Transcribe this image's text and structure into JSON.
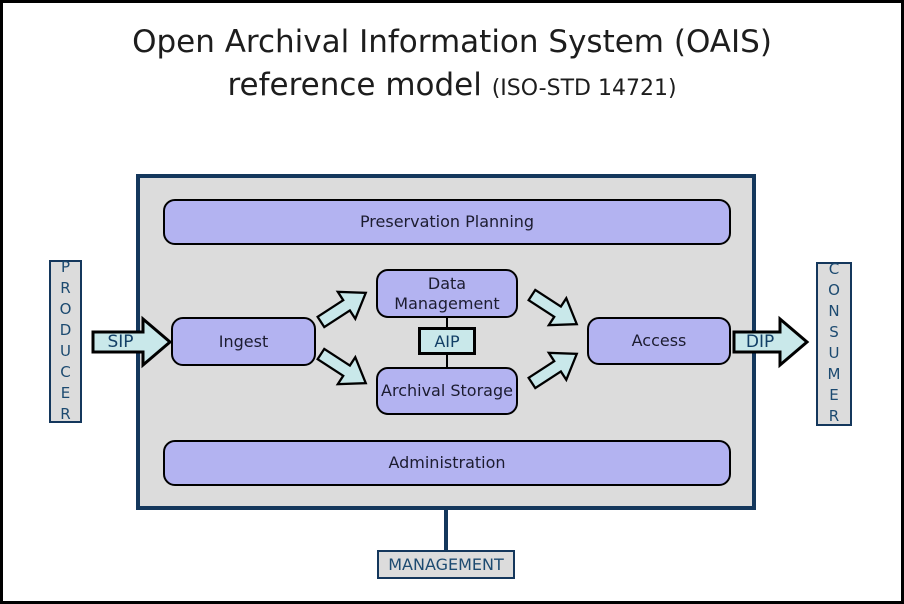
{
  "title": {
    "line1": "Open Archival Information System (OAIS)",
    "line2": "reference model",
    "line2_suffix": "(ISO-STD 14721)"
  },
  "entities": {
    "preservation_planning": "Preservation Planning",
    "data_management": "Data Management",
    "ingest": "Ingest",
    "archival_storage": "Archival Storage",
    "access": "Access",
    "administration": "Administration"
  },
  "packages": {
    "sip": "SIP",
    "aip": "AIP",
    "dip": "DIP"
  },
  "actors": {
    "producer": "PRODUCER",
    "consumer": "CONSUMER",
    "management": "MANAGEMENT"
  },
  "colors": {
    "entity_fill": "#b3b3f1",
    "entity_border": "#000000",
    "arrow_fill": "#c9e8ea",
    "panel_fill": "#dcdcdc",
    "panel_border": "#14375c",
    "navy_text": "#1c4a70",
    "title_text": "#1d1d1d"
  }
}
